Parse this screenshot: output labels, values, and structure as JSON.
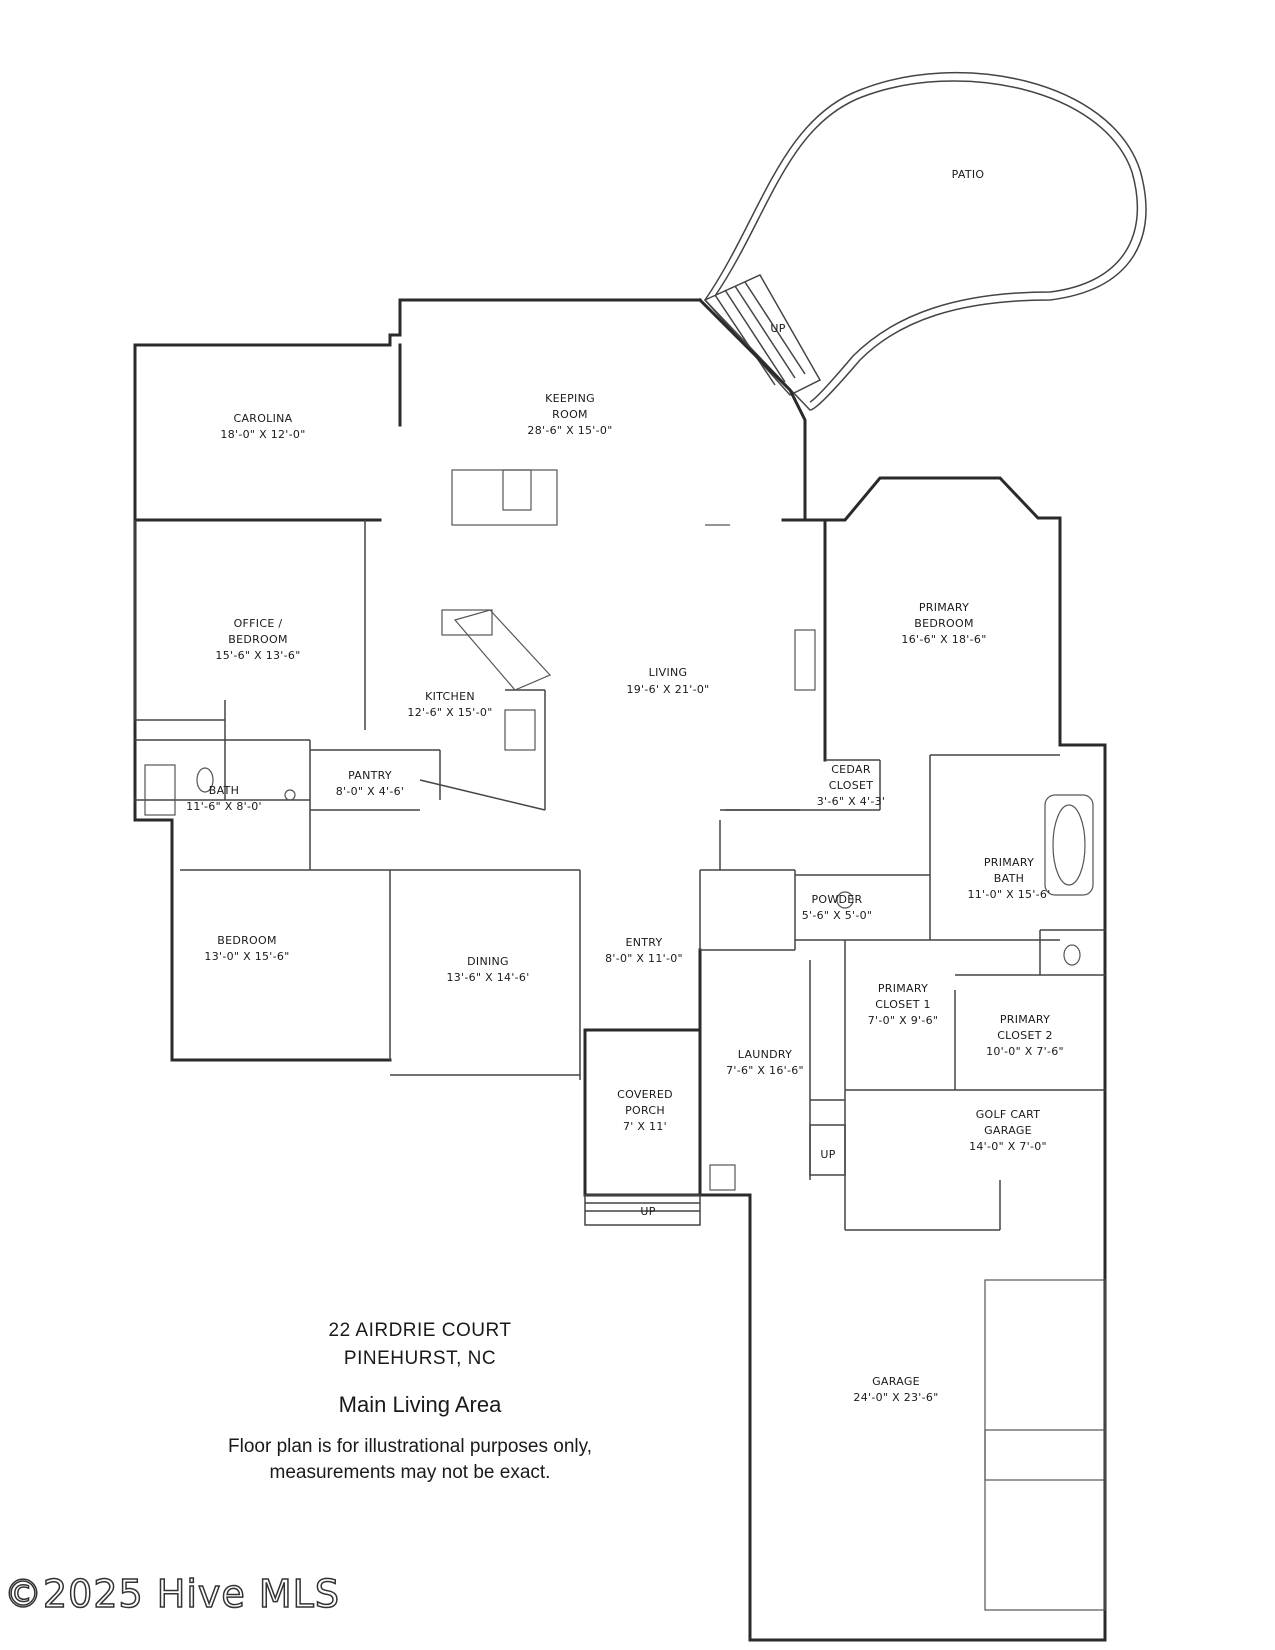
{
  "rooms": {
    "patio": {
      "name": "PATIO"
    },
    "keeping": {
      "name": "KEEPING ROOM",
      "dim": "28'-6\" X 15'-0\""
    },
    "carolina": {
      "name": "CAROLINA",
      "dim": "18'-0\" X 12'-0\""
    },
    "office": {
      "name1": "OFFICE /",
      "name2": "BEDROOM",
      "dim": "15'-6\" X 13'-6\""
    },
    "kitchen": {
      "name": "KITCHEN",
      "dim": "12'-6\" X 15'-0\""
    },
    "living": {
      "name": "LIVING",
      "dim": "19'-6' X 21'-0\""
    },
    "primary_bedroom": {
      "name1": "PRIMARY",
      "name2": "BEDROOM",
      "dim": "16'-6\" X 18'-6\""
    },
    "pantry": {
      "name": "PANTRY",
      "dim": "8'-0\" X 4'-6'"
    },
    "bath": {
      "name": "BATH",
      "dim": "11'-6\" X 8'-0'"
    },
    "cedar_closet": {
      "name1": "CEDAR",
      "name2": "CLOSET",
      "dim": "3'-6\" X 4'-3'"
    },
    "primary_bath": {
      "name1": "PRIMARY",
      "name2": "BATH",
      "dim": "11'-0\" X 15'-6'"
    },
    "powder": {
      "name": "POWDER",
      "dim": "5'-6\" X 5'-0\""
    },
    "bedroom": {
      "name": "BEDROOM",
      "dim": "13'-0\" X 15'-6\""
    },
    "dining": {
      "name": "DINING",
      "dim": "13'-6\" X 14'-6'"
    },
    "entry": {
      "name": "ENTRY",
      "dim": "8'-0\" X 11'-0\""
    },
    "primary_closet_1": {
      "name1": "PRIMARY",
      "name2": "CLOSET 1",
      "dim": "7'-0\" X 9'-6\""
    },
    "primary_closet_2": {
      "name1": "PRIMARY",
      "name2": "CLOSET 2",
      "dim": "10'-0\" X 7'-6\""
    },
    "laundry": {
      "name": "LAUNDRY",
      "dim": "7'-6\" X 16'-6\""
    },
    "covered_porch": {
      "name1": "COVERED",
      "name2": "PORCH",
      "dim": "7' X 11'"
    },
    "golf_cart_garage": {
      "name1": "GOLF CART",
      "name2": "GARAGE",
      "dim": "14'-0\" X 7'-0\""
    },
    "garage": {
      "name": "GARAGE",
      "dim": "24'-0\" X 23'-6\""
    }
  },
  "stairs": {
    "up_label": "UP"
  },
  "caption": {
    "address_line1": "22 AIRDRIE COURT",
    "address_line2": "PINEHURST, NC",
    "area": "Main Living Area",
    "disclaimer_line1": "Floor plan is for illustrational purposes only,",
    "disclaimer_line2": "measurements may not be exact."
  },
  "copyright": "©2025 Hive MLS"
}
